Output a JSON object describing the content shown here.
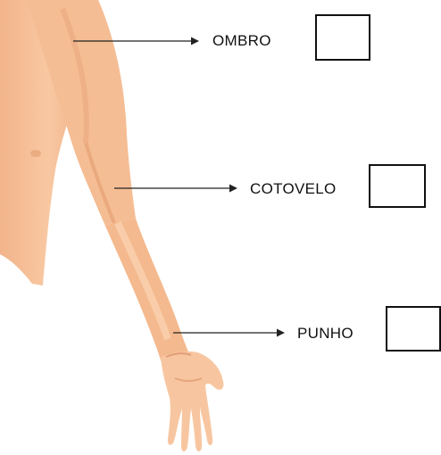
{
  "labels": {
    "shoulder": "OMBRO",
    "elbow": "COTOVELO",
    "wrist": "PUNHO"
  },
  "colors": {
    "skin": "#f6c29a",
    "skin_shadow": "#e7a67c",
    "skin_highlight": "#fbd6b6",
    "arrow": "#222222",
    "box_border": "#111111"
  },
  "answers": {
    "shoulder": "",
    "elbow": "",
    "wrist": ""
  }
}
